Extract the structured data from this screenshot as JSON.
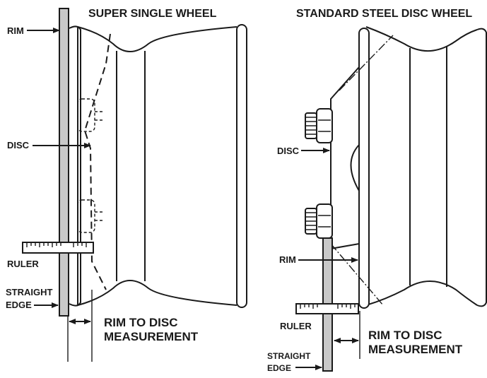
{
  "left": {
    "title": "SUPER SINGLE WHEEL",
    "rim_label": "RIM",
    "disc_label": "DISC",
    "ruler_label": "RULER",
    "straight_label_1": "STRAIGHT",
    "straight_label_2": "EDGE",
    "measure_line_1": "RIM TO DISC",
    "measure_line_2": "MEASUREMENT"
  },
  "right": {
    "title": "STANDARD STEEL DISC WHEEL",
    "disc_label": "DISC",
    "rim_label": "RIM",
    "ruler_label": "RULER",
    "straight_label_1": "STRAIGHT",
    "straight_label_2": "EDGE",
    "measure_line_1": "RIM TO DISC",
    "measure_line_2": "MEASUREMENT"
  }
}
